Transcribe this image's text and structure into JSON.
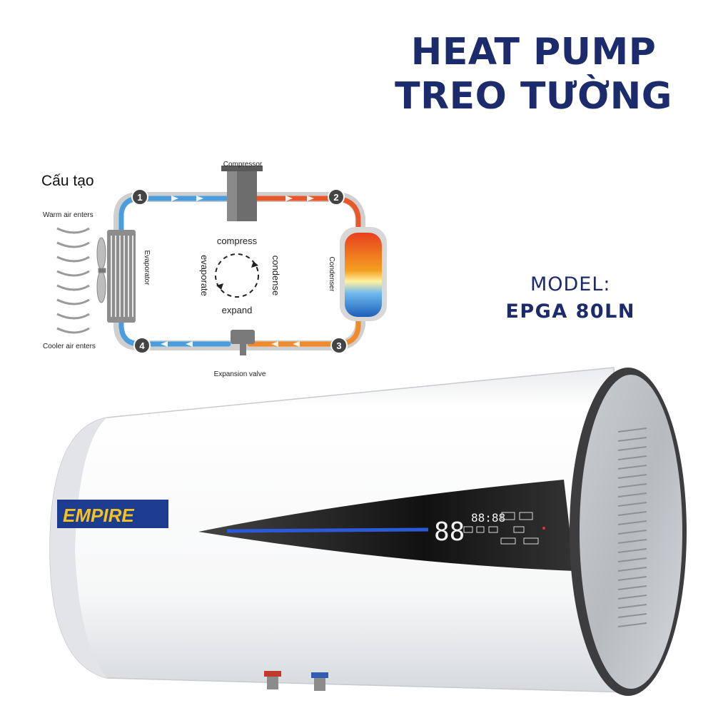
{
  "headline": {
    "line1": "HEAT PUMP",
    "line2": "TREO TƯỜNG"
  },
  "model": {
    "label": "MODEL:",
    "value": "EPGA 80LN"
  },
  "diagram": {
    "section_title": "Cấu tạo",
    "compressor": "Compressor",
    "expansion_valve": "Expansion valve",
    "evaporator": "Evaporator",
    "condenser": "Condenser",
    "warm_air": "Warm air enters",
    "cooler_air": "Cooler air enters",
    "cycle": {
      "compress": "compress",
      "condense": "condense",
      "expand": "expand",
      "evaporate": "evaporate"
    },
    "steps": [
      "1",
      "2",
      "3",
      "4"
    ]
  },
  "product": {
    "brand": "EMPIRE",
    "display_digits": "88",
    "display_small": "88:88"
  },
  "colors": {
    "brand_navy": "#1b2b6b",
    "hot": "#e0502a",
    "cold": "#3a86d6"
  }
}
